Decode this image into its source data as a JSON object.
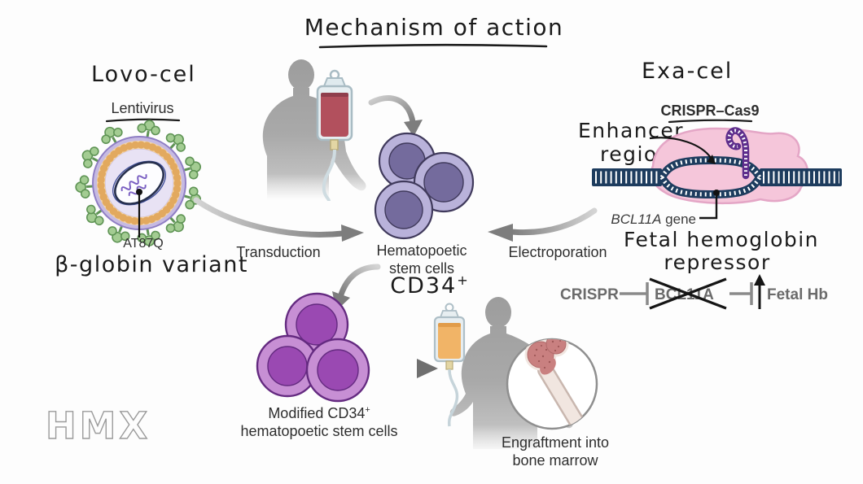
{
  "title": {
    "text": "Mechanism of action"
  },
  "lovo": {
    "heading": "Lovo-cel",
    "vector_label": "Lentivirus",
    "cargo_callout": "AT87Q",
    "cargo_name": "β-globin variant",
    "process_label": "Transduction"
  },
  "center": {
    "cells_line1": "Hematopoetic",
    "cells_line2": "stem cells",
    "cells_marker": "CD34",
    "cells_marker_sup": "+"
  },
  "exa": {
    "heading": "Exa-cel",
    "tool_label": "CRISPR–Cas9",
    "target_line1": "Enhancer",
    "target_line2": "region",
    "gene_name": "BCL11A",
    "gene_suffix": " gene",
    "gene_role_line1": "Fetal hemoglobin",
    "gene_role_line2": "repressor",
    "process_label": "Electroporation",
    "pathway": {
      "source": "CRISPR",
      "target": "BCL11A",
      "output": "Fetal Hb"
    }
  },
  "product": {
    "line1_pre": "Modified CD34",
    "line1_sup": "+",
    "line2": "hematopoetic stem cells"
  },
  "outcome": {
    "line1": "Engraftment into",
    "line2": "bone marrow"
  },
  "logo": "HMX",
  "palette": {
    "stem_cell_purple": "#b9b2da",
    "stem_cell_nucleus": "#746b9d",
    "modified_cell_purple": "#c78fd4",
    "modified_cell_nucleus": "#9a49b2",
    "dna_navy": "#1d3c5e",
    "cas9_pink": "#f5c6da",
    "grna_purple": "#5e2d8c",
    "virus_envelope": "#c6bae2",
    "virus_spike_green": "#a3cc92",
    "blood_red": "#b2505d",
    "iv_fluid_orange": "#f1b467",
    "arrow_gray": "#7d7d7d",
    "silhouette_gray": "#9c9c9c",
    "pathway_text_gray": "#6b6b6b",
    "bone_marrow_pink": "#c98080"
  }
}
